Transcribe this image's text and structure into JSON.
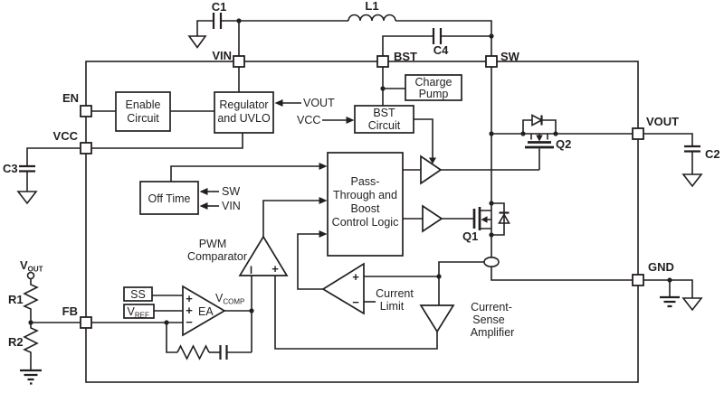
{
  "diagram_type": "functional-block-diagram",
  "pins": {
    "vin": "VIN",
    "bst": "BST",
    "sw": "SW",
    "en": "EN",
    "vcc": "VCC",
    "fb": "FB",
    "vout": "VOUT",
    "gnd": "GND"
  },
  "components": {
    "c1": "C1",
    "c2": "C2",
    "c3": "C3",
    "c4": "C4",
    "l1": "L1",
    "r1": "R1",
    "r2": "R2",
    "q1": "Q1",
    "q2": "Q2",
    "vout_terminal_base": "V",
    "vout_terminal_sub": "OUT"
  },
  "blocks": {
    "enable_line1": "Enable",
    "enable_line2": "Circuit",
    "regulator_line1": "Regulator",
    "regulator_line2": "and UVLO",
    "charge_pump_line1": "Charge",
    "charge_pump_line2": "Pump",
    "bst_line1": "BST",
    "bst_line2": "Circuit",
    "off_time": "Off Time",
    "pass_line1": "Pass-",
    "pass_line2": "Through and",
    "pass_line3": "Boost",
    "pass_line4": "Control Logic",
    "ss": "SS",
    "vref_base": "V",
    "vref_sub": "REF"
  },
  "signals": {
    "vout_to_regulator": "VOUT",
    "vcc_to_bst_circuit": "VCC",
    "sw_to_off_time": "SW",
    "vin_to_off_time": "VIN",
    "vcomp_base": "V",
    "vcomp_sub": "COMP"
  },
  "labels": {
    "pwm_line1": "PWM",
    "pwm_line2": "Comparator",
    "ea": "EA",
    "current_limit_line1": "Current",
    "current_limit_line2": "Limit",
    "csa_line1": "Current-",
    "csa_line2": "Sense",
    "csa_line3": "Amplifier",
    "plus": "+",
    "minus": "−"
  },
  "colors": {
    "line": "#231f20",
    "background": "#ffffff"
  }
}
